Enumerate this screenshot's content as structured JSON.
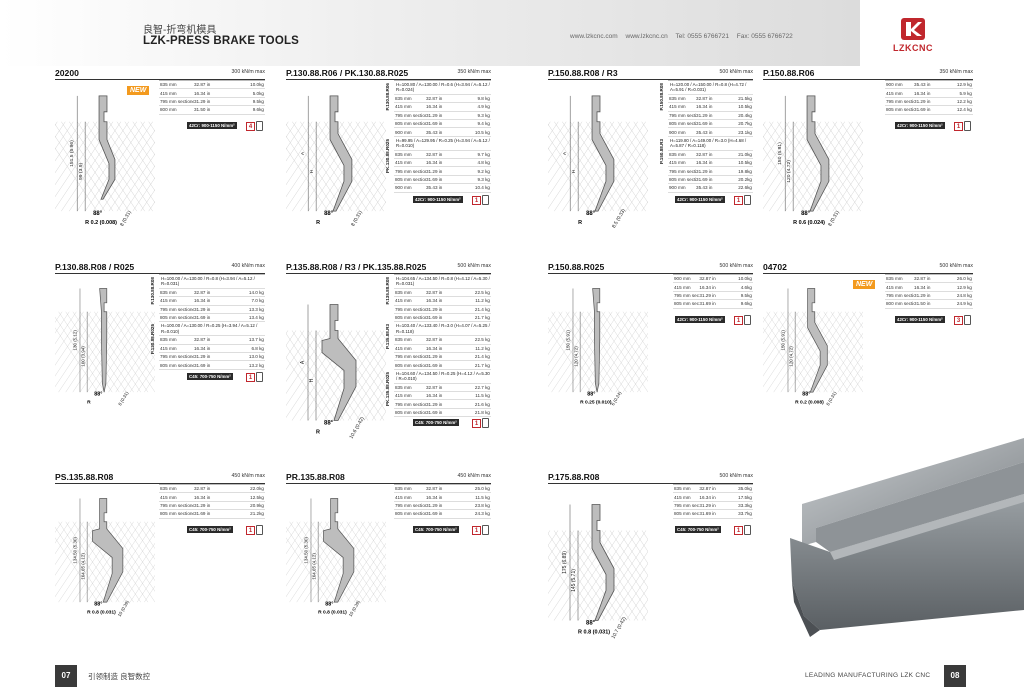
{
  "header": {
    "subtitle": "良智-折弯机模具",
    "title": "LZK-PRESS BRAKE TOOLS",
    "web1": "www.lzkcnc.com",
    "web2": "www.lzkcnc.cn",
    "tel": "Tel: 0555 6766721",
    "fax": "Fax: 0555 6766722",
    "logo_text": "LZKCNC",
    "brand_color": "#c0272d"
  },
  "footer": {
    "page_left": "07",
    "left_text": "引领制造 良智数控",
    "right_text": "LEADING MANUFACTURING  LZK CNC",
    "page_right": "08"
  },
  "products": [
    {
      "title": "20200",
      "load": "300 kN/m max",
      "badge": "NEW",
      "groups": [
        {
          "rows": [
            [
              "835 mm",
              "32.87 in",
              "10.0kg"
            ],
            [
              "415 mm",
              "16.34 in",
              "5.0kg"
            ],
            [
              "795 mm sectioned",
              "31.29 in",
              "9.5kg"
            ],
            [
              "800 mm",
              "31.50 in",
              "9.6kg"
            ]
          ]
        }
      ],
      "material": "42Cr: 900-1150 N/mm²",
      "pieces": "4",
      "angle": "88°",
      "radius": "R 0.2 (0.008)",
      "dim_a": "151.5 (5.96)",
      "dim_b": "99 (3.9)",
      "dim_c": "8 (0.31)"
    },
    {
      "title": "P.130.88.R06 / PK.130.88.R025",
      "load": "350 kN/m max",
      "groups": [
        {
          "label": "P.130.88.R06",
          "head": "H=100.80 / A=130.00 / R=0.6  (H=3.94 / A=5.12 / R=0.024)",
          "rows": [
            [
              "835 mm",
              "32.87 in",
              "9.8 kg"
            ],
            [
              "415 mm",
              "16.34 in",
              "4.9 kg"
            ],
            [
              "795 mm sectioned",
              "31.29 in",
              "9.3 kg"
            ],
            [
              "805 mm sectioned",
              "31.69 in",
              "9.4 kg"
            ],
            [
              "900 mm",
              "35.43 in",
              "10.5 kg"
            ]
          ]
        },
        {
          "label": "PK.130.88.R025",
          "head": "H=99.95 / A=129.95 / R=0.25  (H=3.94 / A=5.12 / R=0.010)",
          "rows": [
            [
              "835 mm",
              "32.87 in",
              "9.7 kg"
            ],
            [
              "415 mm",
              "16.34 in",
              "4.8 kg"
            ],
            [
              "795 mm sectioned",
              "31.29 in",
              "9.2 kg"
            ],
            [
              "805 mm sectioned",
              "31.69 in",
              "9.3 kg"
            ],
            [
              "900 mm",
              "35.43 in",
              "10.4 kg"
            ]
          ]
        }
      ],
      "material": "42Cr: 900-1150 N/mm²",
      "pieces": "1",
      "angle": "88°",
      "radius": "R",
      "dim_a": "A",
      "dim_b": "H",
      "dim_c": "8 (0.31)"
    },
    {
      "title": "P.150.88.R08 / R3",
      "load": "500 kN/m max",
      "groups": [
        {
          "label": "P.150.88.R08",
          "head": "H=120.00 / A=150.00 / R=0.8  (H=4.72 / A=5.91 / R=0.031)",
          "rows": [
            [
              "835 mm",
              "32.87 in",
              "21.5kg"
            ],
            [
              "415 mm",
              "16.34 in",
              "10.5kg"
            ],
            [
              "795 mm sectioned",
              "31.29 in",
              "20.4kg"
            ],
            [
              "805 mm sectioned",
              "31.69 in",
              "20.7kg"
            ],
            [
              "900 mm",
              "35.43 in",
              "23.1kg"
            ]
          ]
        },
        {
          "label": "P.150.88.R3",
          "head": "H=119.80 / A=149.00 / R=3.0  (H=4.68 / A=5.87 / R=0.118)",
          "rows": [
            [
              "835 mm",
              "32.87 in",
              "21.0kg"
            ],
            [
              "415 mm",
              "16.34 in",
              "10.5kg"
            ],
            [
              "795 mm sectioned",
              "31.29 in",
              "19.8kg"
            ],
            [
              "805 mm sectioned",
              "31.69 in",
              "20.2kg"
            ],
            [
              "900 mm",
              "35.43 in",
              "22.6kg"
            ]
          ]
        }
      ],
      "material": "42Cr: 900-1150 N/mm²",
      "pieces": "1",
      "angle": "88°",
      "radius": "R",
      "dim_a": "A",
      "dim_b": "H",
      "dim_c": "8.5 (0.33)"
    },
    {
      "title": "P.150.88.R06",
      "load": "350 kN/m max",
      "groups": [
        {
          "rows": [
            [
              "900 mm",
              "35.43 in",
              "12.9 kg"
            ],
            [
              "415 mm",
              "16.34 in",
              "5.9 kg"
            ],
            [
              "795 mm sectioned",
              "31.29 in",
              "12.2 kg"
            ],
            [
              "805 mm sectioned",
              "31.69 in",
              "12.4 kg"
            ]
          ]
        }
      ],
      "material": "42Cr: 900-1150 N/mm²",
      "pieces": "1",
      "angle": "88°",
      "radius": "R 0.6 (0.024)",
      "dim_a": "150 (5.91)",
      "dim_b": "120 (4.72)",
      "dim_c": "8 (0.31)"
    },
    {
      "title": "P.130.88.R08 / R025",
      "load": "400 kN/m max",
      "groups": [
        {
          "label": "P.130.88.R08",
          "head": "H=100.00 / A=130.00 / R=0.8  (H=3.94 / A=5.12 / R=0.031)",
          "rows": [
            [
              "835 mm",
              "32.87 in",
              "14.0 kg"
            ],
            [
              "415 mm",
              "16.34 in",
              "7.0 kg"
            ],
            [
              "795 mm sectioned",
              "31.29 in",
              "13.3 kg"
            ],
            [
              "805 mm sectioned",
              "31.69 in",
              "13.4 kg"
            ]
          ]
        },
        {
          "label": "P.130.88.R025",
          "head": "H=100.00 / A=130.00 / R=0.25  (H=3.94 / A=5.12 / R=0.010)",
          "rows": [
            [
              "835 mm",
              "32.87 in",
              "13.7 kg"
            ],
            [
              "415 mm",
              "16.34 in",
              "6.8 kg"
            ],
            [
              "795 mm sectioned",
              "31.29 in",
              "13.0 kg"
            ],
            [
              "805 mm sectioned",
              "31.69 in",
              "13.2 kg"
            ]
          ]
        }
      ],
      "material": "C45: 700-750 N/mm²",
      "pieces": "1",
      "angle": "88°",
      "radius": "R",
      "dim_a": "130 (5.12)",
      "dim_b": "100 (3.94)",
      "dim_c": "8 (0.31)"
    },
    {
      "title": "P.135.88.R08 / R3 / PK.135.88.R025",
      "load": "500 kN/m max",
      "groups": [
        {
          "label": "P.135.88.R08",
          "head": "H=104.65 / A=134.50 / R=0.8  (H=4.12 / A=5.30 / R=0.031)",
          "rows": [
            [
              "835 mm",
              "32.87 in",
              "22.5 kg"
            ],
            [
              "415 mm",
              "16.34 in",
              "11.2 kg"
            ],
            [
              "795 mm sectioned",
              "31.29 in",
              "21.4 kg"
            ],
            [
              "805 mm sectioned",
              "31.69 in",
              "21.7 kg"
            ]
          ]
        },
        {
          "label": "P.135.88.R3",
          "head": "H=103.40 / A=133.40 / R=3.0  (H=4.07 / A=5.25 / R=0.118)",
          "rows": [
            [
              "835 mm",
              "32.87 in",
              "22.5 kg"
            ],
            [
              "415 mm",
              "16.34 in",
              "11.2 kg"
            ],
            [
              "795 mm sectioned",
              "31.29 in",
              "21.4 kg"
            ],
            [
              "805 mm sectioned",
              "31.69 in",
              "21.7 kg"
            ]
          ]
        },
        {
          "label": "PK.135.88.R025",
          "head": "H=104.60 / A=134.50 / R=0.25  (H=4.12 / A=5.30 / R=0.010)",
          "rows": [
            [
              "835 mm",
              "32.87 in",
              "22.7 kg"
            ],
            [
              "415 mm",
              "16.34 in",
              "11.5 kg"
            ],
            [
              "795 mm sectioned",
              "31.29 in",
              "21.6 kg"
            ],
            [
              "805 mm sectioned",
              "31.69 in",
              "21.8 kg"
            ]
          ]
        }
      ],
      "material": "C45: 700-750 N/mm²",
      "pieces": "1",
      "angle": "88°",
      "radius": "R",
      "dim_a": "A",
      "dim_b": "H",
      "dim_c": "10.6 (0.42)"
    },
    {
      "title": "P.150.88.R025",
      "load": "500 kN/m max",
      "groups": [
        {
          "rows": [
            [
              "900 mm",
              "32.87 in",
              "10.0kg"
            ],
            [
              "415 mm",
              "16.34 in",
              "4.6kg"
            ],
            [
              "795 mm sectioned",
              "31.29 in",
              "9.5kg"
            ],
            [
              "805 mm sectioned",
              "31.69 in",
              "9.6kg"
            ]
          ]
        }
      ],
      "material": "42Cr: 900-1150 N/mm²",
      "pieces": "1",
      "angle": "88°",
      "radius": "R 0.25 (0.010)",
      "dim_a": "150 (5.91)",
      "dim_b": "120 (4.72)",
      "dim_c": "6 (0.24)"
    },
    {
      "title": "04702",
      "load": "500 kN/m max",
      "badge": "NEW",
      "groups": [
        {
          "rows": [
            [
              "835 mm",
              "32.87 in",
              "26.0 kg"
            ],
            [
              "415 mm",
              "16.34 in",
              "12.9 kg"
            ],
            [
              "795 mm sectioned",
              "31.29 in",
              "24.8 kg"
            ],
            [
              "800 mm sectioned",
              "31.50 in",
              "24.9 kg"
            ]
          ]
        }
      ],
      "material": "42Cr: 900-1150 N/mm²",
      "pieces": "3",
      "angle": "88°",
      "radius": "R 0.2 (0.008)",
      "dim_a": "150 (5.91)",
      "dim_b": "120 (4.72)",
      "dim_c": "8 (0.31)"
    },
    {
      "title": "PS.135.88.R08",
      "load": "450 kN/m max",
      "groups": [
        {
          "rows": [
            [
              "835 mm",
              "32.87 in",
              "22.0kg"
            ],
            [
              "415 mm",
              "16.34 in",
              "12.5kg"
            ],
            [
              "795 mm sectioned",
              "31.29 in",
              "20.9kg"
            ],
            [
              "805 mm sectioned",
              "31.69 in",
              "21.2kg"
            ]
          ]
        }
      ],
      "material": "C45: 700-750 N/mm²",
      "pieces": "1",
      "angle": "88°",
      "radius": "R 0.8 (0.031)",
      "dim_a": "134.50 (5.30)",
      "dim_b": "104.65 (4.12)",
      "dim_c": "10 (0.39)"
    },
    {
      "title": "PR.135.88.R08",
      "load": "450 kN/m max",
      "groups": [
        {
          "rows": [
            [
              "835 mm",
              "32.87 in",
              "25.0 kg"
            ],
            [
              "415 mm",
              "16.34 in",
              "11.5 kg"
            ],
            [
              "795 mm sectioned",
              "31.29 in",
              "23.8 kg"
            ],
            [
              "805 mm sectioned",
              "31.69 in",
              "24.3 kg"
            ]
          ]
        }
      ],
      "material": "C45: 700-750 N/mm²",
      "pieces": "1",
      "angle": "88°",
      "radius": "R 0.8 (0.031)",
      "dim_a": "134.50 (5.30)",
      "dim_b": "104.65 (4.12)",
      "dim_c": "10 (0.39)"
    },
    {
      "title": "P.175.88.R08",
      "load": "500 kN/m max",
      "groups": [
        {
          "rows": [
            [
              "835 mm",
              "32.87 in",
              "35.0kg"
            ],
            [
              "415 mm",
              "16.34 in",
              "17.5kg"
            ],
            [
              "795 mm sectioned",
              "31.29 in",
              "33.3kg"
            ],
            [
              "805 mm sectioned",
              "31.69 in",
              "33.7kg"
            ]
          ]
        }
      ],
      "material": "C45: 700-750 N/mm²",
      "pieces": "1",
      "angle": "88°",
      "radius": "R 0.8 (0.031)",
      "dim_a": "175 (6.89)",
      "dim_b": "145 (5.71)",
      "dim_c": "10.7 (0.42)"
    }
  ]
}
